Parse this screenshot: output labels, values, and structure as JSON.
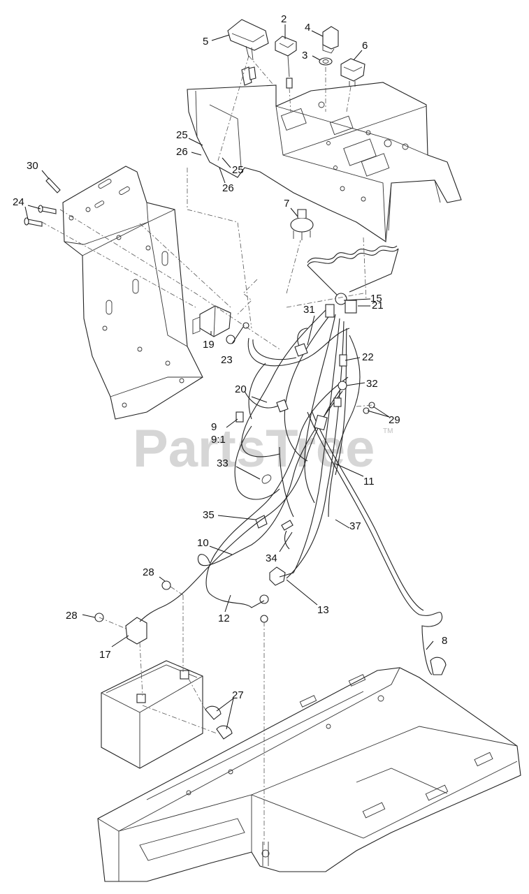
{
  "watermark": {
    "text": "PartsTree",
    "tm": "TM"
  },
  "callouts": [
    {
      "id": "c2",
      "label": "2"
    },
    {
      "id": "c3",
      "label": "3"
    },
    {
      "id": "c4",
      "label": "4"
    },
    {
      "id": "c5",
      "label": "5"
    },
    {
      "id": "c6",
      "label": "6"
    },
    {
      "id": "c7",
      "label": "7"
    },
    {
      "id": "c8",
      "label": "8"
    },
    {
      "id": "c9",
      "label": "9"
    },
    {
      "id": "c91",
      "label": "9:1"
    },
    {
      "id": "c10",
      "label": "10"
    },
    {
      "id": "c11",
      "label": "11"
    },
    {
      "id": "c12",
      "label": "12"
    },
    {
      "id": "c13",
      "label": "13"
    },
    {
      "id": "c15",
      "label": "15"
    },
    {
      "id": "c17",
      "label": "17"
    },
    {
      "id": "c19",
      "label": "19"
    },
    {
      "id": "c20",
      "label": "20"
    },
    {
      "id": "c21",
      "label": "21"
    },
    {
      "id": "c22",
      "label": "22"
    },
    {
      "id": "c23",
      "label": "23"
    },
    {
      "id": "c24",
      "label": "24"
    },
    {
      "id": "c25a",
      "label": "25"
    },
    {
      "id": "c25b",
      "label": "25"
    },
    {
      "id": "c26a",
      "label": "26"
    },
    {
      "id": "c26b",
      "label": "26"
    },
    {
      "id": "c27",
      "label": "27"
    },
    {
      "id": "c28a",
      "label": "28"
    },
    {
      "id": "c28b",
      "label": "28"
    },
    {
      "id": "c29",
      "label": "29"
    },
    {
      "id": "c30",
      "label": "30"
    },
    {
      "id": "c31",
      "label": "31"
    },
    {
      "id": "c32",
      "label": "32"
    },
    {
      "id": "c33",
      "label": "33"
    },
    {
      "id": "c34",
      "label": "34"
    },
    {
      "id": "c35",
      "label": "35"
    },
    {
      "id": "c37",
      "label": "37"
    }
  ]
}
